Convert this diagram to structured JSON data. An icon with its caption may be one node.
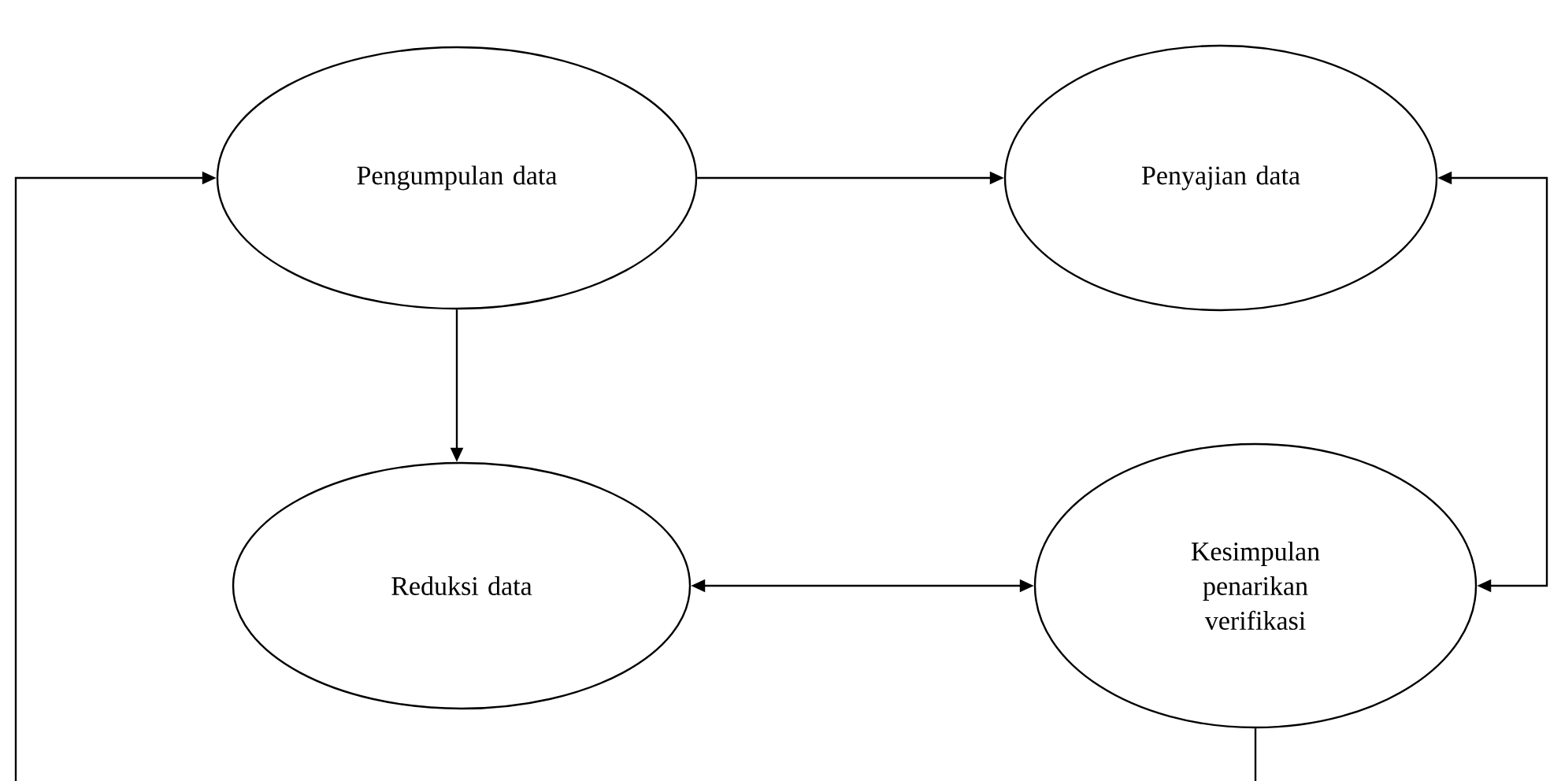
{
  "diagram": {
    "nodes": [
      {
        "text": [
          "Pengumpulan data"
        ]
      },
      {
        "text": [
          "Penyajian data"
        ]
      },
      {
        "text": [
          "Reduksi data"
        ]
      },
      {
        "text": [
          "Kesimpulan penarikan verifikasi"
        ]
      }
    ],
    "edges": [
      {
        "from": 0,
        "to": 1,
        "arrow": "to"
      },
      {
        "from": 0,
        "to": 2,
        "arrow": "to"
      },
      {
        "from": 2,
        "to": 3,
        "arrow": "both"
      },
      {
        "from": 3,
        "to": null,
        "arrow": "none"
      },
      {
        "from": null,
        "to": 0,
        "arrow": "to"
      },
      {
        "from": 1,
        "to": 3,
        "arrow": "both"
      }
    ]
  }
}
